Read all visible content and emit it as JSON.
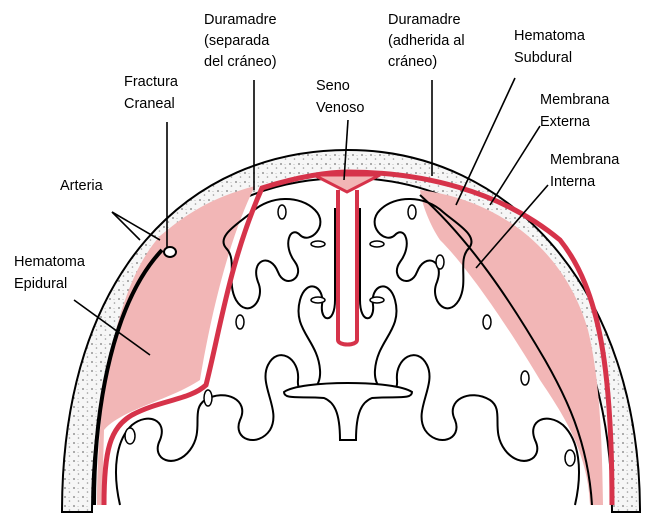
{
  "colors": {
    "dura_red": "#d6334a",
    "hematoma_fill": "#f2b6b6",
    "skull_fill": "#f6f6f6",
    "outline": "#000000",
    "background": "#ffffff"
  },
  "labels": {
    "dura_separated": [
      "Duramadre",
      "(separada",
      "del cráneo)"
    ],
    "dura_adhered": [
      "Duramadre",
      "(adherida al",
      "cráneo)"
    ],
    "subdural_hematoma": [
      "Hematoma",
      "Subdural"
    ],
    "skull_fracture": [
      "Fractura",
      "Craneal"
    ],
    "venous_sinus": [
      "Seno",
      "Venoso"
    ],
    "outer_membrane": [
      "Membrana",
      "Externa"
    ],
    "inner_membrane": [
      "Membrana",
      "Interna"
    ],
    "artery": [
      "Arteria"
    ],
    "epidural_hematoma": [
      "Hematoma",
      "Epidural"
    ]
  }
}
